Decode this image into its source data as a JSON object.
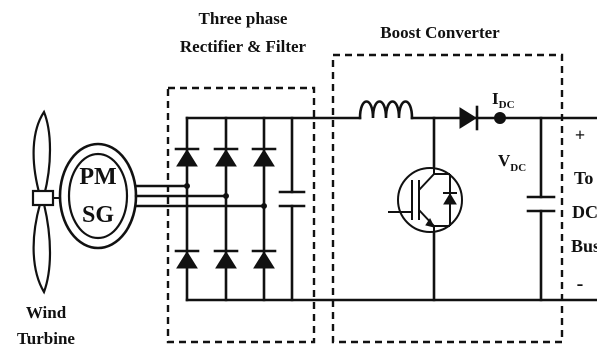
{
  "rectifier": {
    "title_line1": "Three phase",
    "title_line2": "Rectifier & Filter"
  },
  "boost": {
    "title": "Boost Converter"
  },
  "generator": {
    "line1": "PM",
    "line2": "SG"
  },
  "turbine": {
    "line1": "Wind",
    "line2": "Turbine"
  },
  "idc": {
    "main": "I",
    "sub": "DC"
  },
  "vdc": {
    "main": "V",
    "sub": "DC"
  },
  "output": {
    "plus": "+",
    "minus": "-",
    "line1": "To",
    "line2": "DC",
    "line3": "Bus"
  },
  "icons": [
    "wind-turbine-icon",
    "diode-icon",
    "inductor-icon",
    "igbt-icon",
    "capacitor-icon"
  ]
}
